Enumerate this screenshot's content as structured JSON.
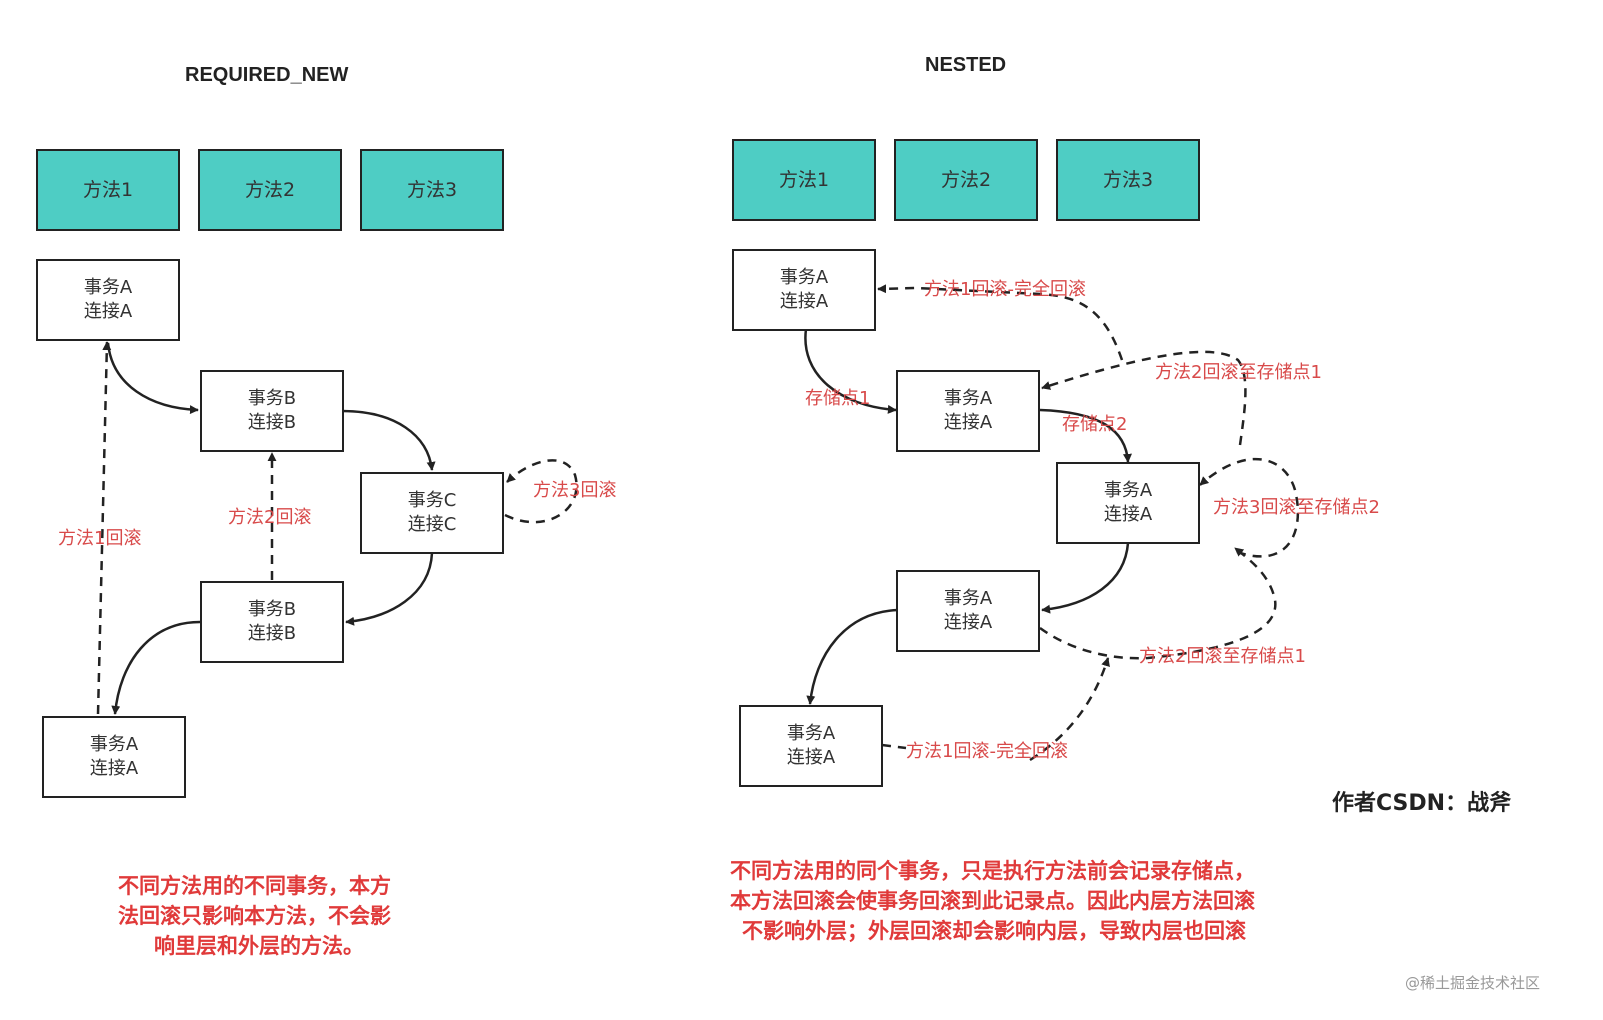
{
  "left": {
    "title": "REQUIRED_NEW",
    "methods": [
      "方法1",
      "方法2",
      "方法3"
    ],
    "nodes": {
      "a1": {
        "line1": "事务A",
        "line2": "连接A"
      },
      "b1": {
        "line1": "事务B",
        "line2": "连接B"
      },
      "c1": {
        "line1": "事务C",
        "line2": "连接C"
      },
      "b2": {
        "line1": "事务B",
        "line2": "连接B"
      },
      "a2": {
        "line1": "事务A",
        "line2": "连接A"
      }
    },
    "labels": {
      "m1": "方法1回滚",
      "m2": "方法2回滚",
      "m3": "方法3回滚"
    },
    "note": [
      "不同方法用的不同事务，本方",
      "法回滚只影响本方法，不会影",
      "响里层和外层的方法。"
    ]
  },
  "right": {
    "title": "NESTED",
    "methods": [
      "方法1",
      "方法2",
      "方法3"
    ],
    "nodes": {
      "n1": {
        "line1": "事务A",
        "line2": "连接A"
      },
      "n2": {
        "line1": "事务A",
        "line2": "连接A"
      },
      "n3": {
        "line1": "事务A",
        "line2": "连接A"
      },
      "n4": {
        "line1": "事务A",
        "line2": "连接A"
      },
      "n5": {
        "line1": "事务A",
        "line2": "连接A"
      }
    },
    "labels": {
      "full_top": "方法1回滚-完全回滚",
      "to_sp1_top": "方法2回滚至存储点1",
      "sp1": "存储点1",
      "sp2": "存储点2",
      "to_sp2": "方法3回滚至存储点2",
      "to_sp1_bottom": "方法2回滚至存储点1",
      "full_bottom": "方法1回滚-完全回滚"
    },
    "note": [
      "不同方法用的同个事务，只是执行方法前会记录存储点，",
      "本方法回滚会使事务回滚到此记录点。因此内层方法回滚",
      "不影响外层；外层回滚却会影响内层，导致内层也回滚"
    ]
  },
  "author": "作者CSDN：战斧",
  "watermark": "@稀土掘金技术社区",
  "colors": {
    "method_fill": "#4ecdc4",
    "label_red": "#d84a4a",
    "note_red": "#e03a3a",
    "stroke": "#222222"
  }
}
